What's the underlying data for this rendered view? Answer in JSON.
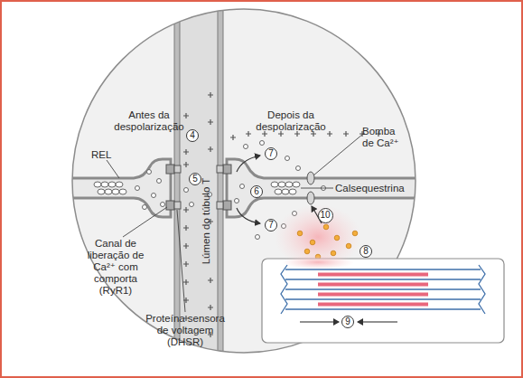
{
  "diagram": {
    "nodes": [
      {
        "text": [
          "4"
        ]
      },
      {
        "text": [
          "7"
        ]
      },
      {
        "text": [
          "5"
        ]
      },
      {
        "text": [
          "6"
        ]
      },
      {
        "text": [
          "10"
        ]
      },
      {
        "text": [
          "7"
        ]
      },
      {
        "text": [
          "8"
        ]
      },
      {
        "text": [
          "9"
        ]
      }
    ],
    "labels": [
      "Antes da despolarização",
      "Depois da despolarização",
      "REL",
      "Bomba de Ca²⁺",
      "Calsequestrina",
      "Lúmen do túbulo T",
      "Canal de liberação de Ca²⁺ com comporta (RyR1)",
      "Proteína sensora de voltagem (DHSR)"
    ]
  }
}
